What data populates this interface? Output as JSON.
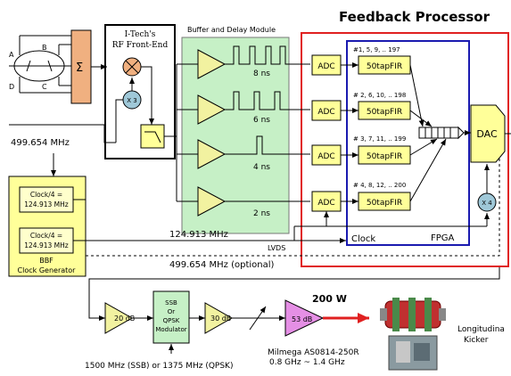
{
  "title": "Feedback Processor",
  "colors": {
    "title": "#2a2ab0",
    "feedback_border": "#e02020",
    "fpga_border": "#1a1ab0",
    "buffer_fill": "#c6f0c6",
    "adc_fill": "#ffff99",
    "fir_fill": "#ffff99",
    "sum_fill": "#f0b080",
    "clock_fill": "#ffff99",
    "amp_fill": "#f2f2a0",
    "mod_fill": "#c6f0c6",
    "pa_fill": "#e58fe5",
    "x4_fill": "#9fc8d8",
    "power_arrow": "#e02020"
  },
  "pickup": {
    "labels": [
      "A",
      "B",
      "C",
      "D"
    ],
    "sum_symbol": "Σ"
  },
  "frontend": {
    "title_line1": "I-Tech's",
    "title_line2": "RF Front-End",
    "multiplier_label": "X 3"
  },
  "input_freq": "499.654 MHz",
  "buffer": {
    "title": "Buffer and Delay Module",
    "delays": [
      "8 ns",
      "6 ns",
      "4 ns",
      "2 ns"
    ]
  },
  "adcs": [
    "ADC",
    "ADC",
    "ADC",
    "ADC"
  ],
  "fir": {
    "labels": [
      "50tapFIR",
      "50tapFIR",
      "50tapFIR",
      "50tapFIR"
    ],
    "series": [
      "#1, 5, 9, .. 197",
      "# 2, 6, 10, .. 198",
      "# 3, 7, 11, .. 199",
      "# 4, 8, 12, .. 200"
    ]
  },
  "fpga": {
    "label": "FPGA",
    "clock_label": "Clock"
  },
  "dac": "DAC",
  "x4": "X 4",
  "clock_gen": {
    "box1": [
      "Clock/4 =",
      "124.913 MHz"
    ],
    "box2": [
      "Clock/4 =",
      "124.913 MHz"
    ],
    "title_line1": "BBF",
    "title_line2": "Clock Generator"
  },
  "lines": {
    "clock_freq": "124.913 MHz",
    "lvds": "LVDS",
    "optional": "499.654 MHz (optional)"
  },
  "chain": {
    "amp1": "20 dB",
    "modulator": [
      "SSB",
      "Or",
      "QPSK",
      "Modulator"
    ],
    "amp2": "30 dB",
    "pa": "53 dB",
    "power": "200 W",
    "pa_name": "Milmega AS0814-250R",
    "pa_range": "0.8 GHz ~ 1.4 GHz",
    "mod_freq": "1500 MHz (SSB) or 1375 MHz (QPSK)",
    "kicker_line1": "Longitudina",
    "kicker_line2": "Kicker"
  }
}
